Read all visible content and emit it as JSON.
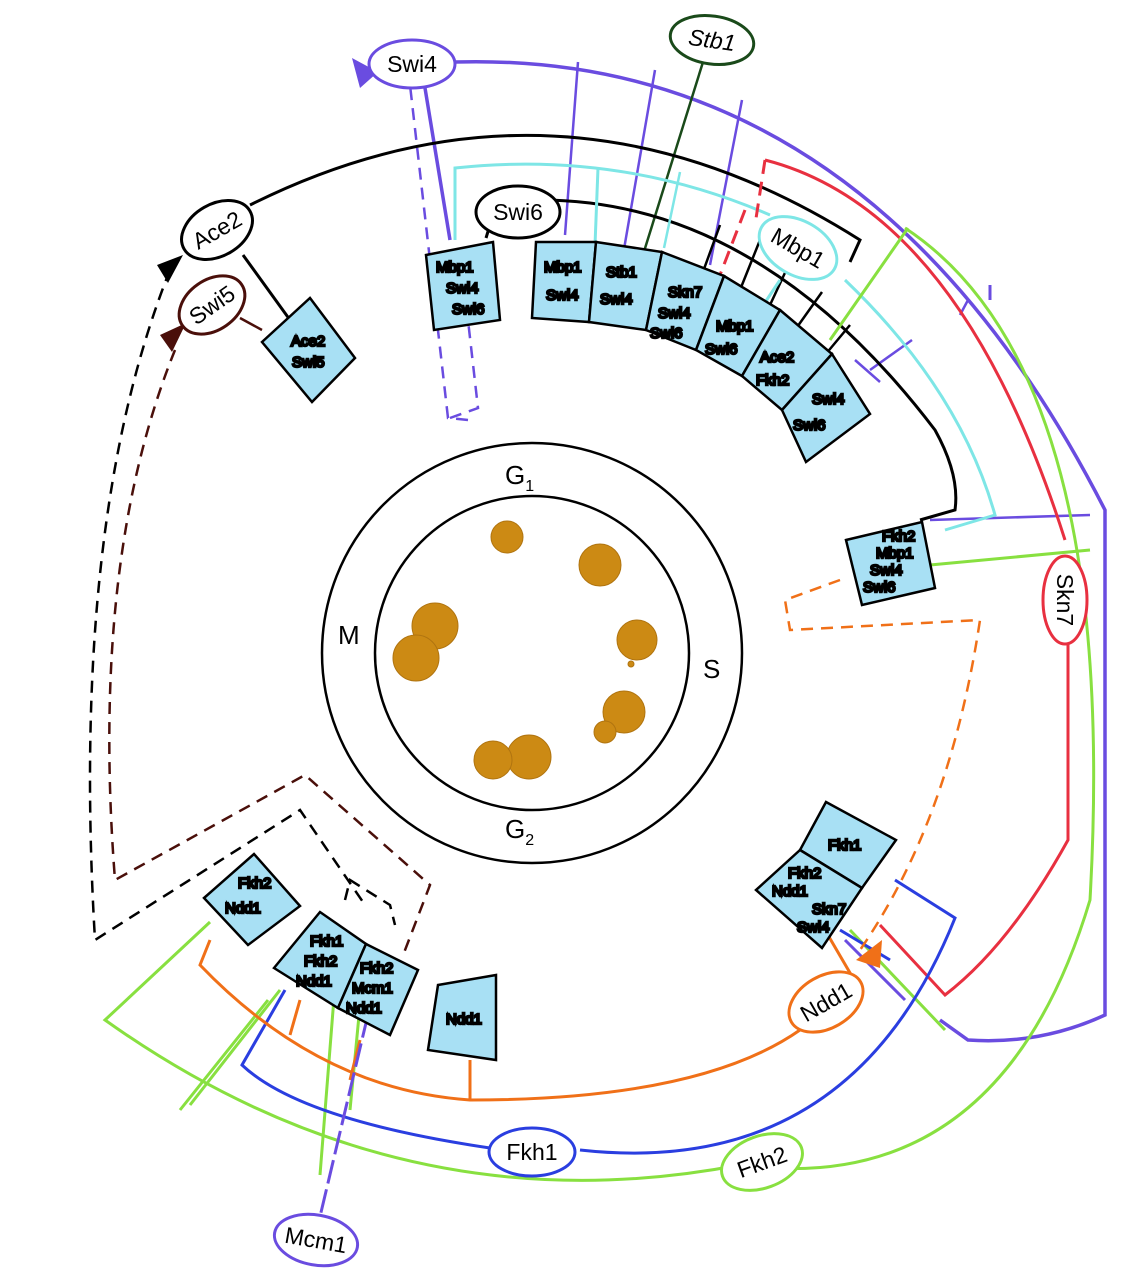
{
  "phases": {
    "g1": {
      "main": "G",
      "sub": "1"
    },
    "s": "S",
    "g2": {
      "main": "G",
      "sub": "2"
    },
    "m": "M"
  },
  "regulators": {
    "swi4": "Swi4",
    "stb1": "Stb1",
    "ace2": "Ace2",
    "swi5": "Swi5",
    "swi6": "Swi6",
    "mbp1": "Mbp1",
    "skn7": "Skn7",
    "ndd1": "Ndd1",
    "fkh1": "Fkh1",
    "fkh2": "Fkh2",
    "mcm1": "Mcm1"
  },
  "boxes": {
    "b1": [
      "Mbp1",
      "Swi4",
      "Swi6"
    ],
    "b2": [
      "Ace2",
      "Swi5"
    ],
    "b3": [
      "Mbp1",
      "Swi4"
    ],
    "b4": [
      "Stb1",
      "Swi4"
    ],
    "b5": [
      "Skn7",
      "Swi4",
      "Swi6"
    ],
    "b6": [
      "Mbp1",
      "Swi6"
    ],
    "b7": [
      "Ace2",
      "Fkh2"
    ],
    "b8": [
      "Swi4",
      "Swi6"
    ],
    "b9": [
      "Fkh2",
      "Mbp1",
      "Swi4",
      "Swi6"
    ],
    "b10": [
      "Fkh1"
    ],
    "b11": [
      "Fkh2",
      "Ndd1",
      "Skn7",
      "Swi4"
    ],
    "b12": [
      "Ndd1"
    ],
    "b13": [
      "Fkh1",
      "Fkh2",
      "Ndd1"
    ],
    "b14": [
      "Fkh2",
      "Mcm1",
      "Ndd1"
    ],
    "b15": [
      "Fkh2",
      "Ndd1"
    ]
  },
  "colors": {
    "box_fill": "#a8e0f4",
    "cell_fill": "#cc8a14",
    "swi4": "#6a4ce0",
    "mbp1": "#7ee6e6",
    "stb1": "#1a4a1a",
    "swi5": "#4a0f0a",
    "skn7": "#e83040",
    "fkh1": "#2a3ee0",
    "fkh2": "#88e040",
    "mcm1": "#6a4ce0",
    "ndd1": "#f07018",
    "black": "#000000"
  }
}
